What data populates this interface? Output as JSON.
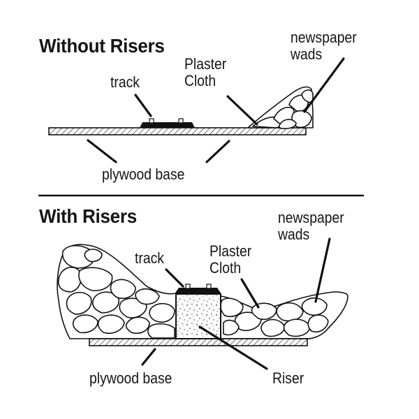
{
  "top_panel": {
    "title": "Without Risers",
    "labels": {
      "track": "track",
      "plaster_cloth_line1": "Plaster",
      "plaster_cloth_line2": "Cloth",
      "newspaper_wads_line1": "newspaper",
      "newspaper_wads_line2": "wads",
      "plywood_base": "plywood base"
    }
  },
  "bottom_panel": {
    "title": "With Risers",
    "labels": {
      "track": "track",
      "plaster_cloth_line1": "Plaster",
      "plaster_cloth_line2": "Cloth",
      "newspaper_wads_line1": "newspaper",
      "newspaper_wads_line2": "wads",
      "plywood_base": "plywood base",
      "riser": "Riser"
    }
  }
}
